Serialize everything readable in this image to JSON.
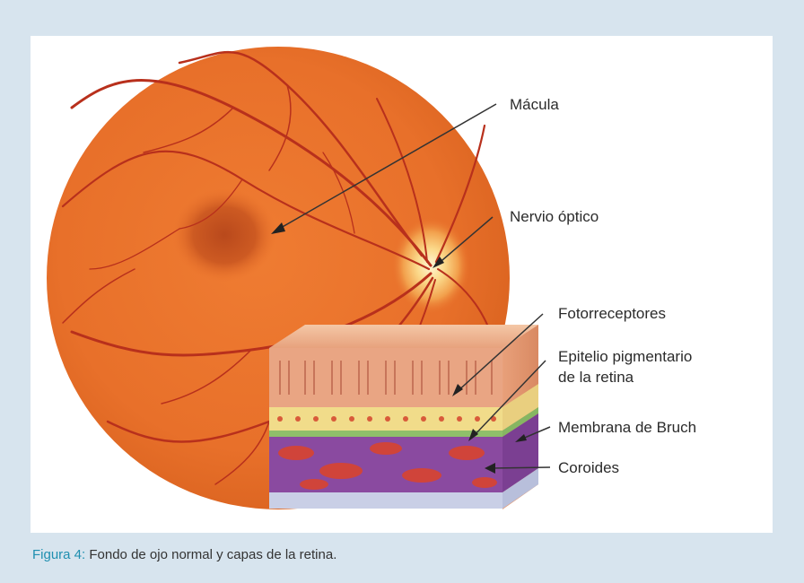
{
  "figure": {
    "labels": {
      "macula": "Mácula",
      "optic_nerve": "Nervio óptico",
      "photoreceptors": "Fotorreceptores",
      "rpe_line1": "Epitelio pigmentario",
      "rpe_line2": "de la retina",
      "bruch": "Membrana de Bruch",
      "choroid": "Coroides"
    },
    "caption": {
      "lead": "Figura 4:",
      "text": " Fondo de ojo normal y capas de la retina."
    }
  },
  "colors": {
    "frame_background": "#d7e4ee",
    "panel_background": "#ffffff",
    "retina": "#e8702a",
    "vessel": "#b8301c",
    "caption_accent": "#1f8fb0"
  }
}
